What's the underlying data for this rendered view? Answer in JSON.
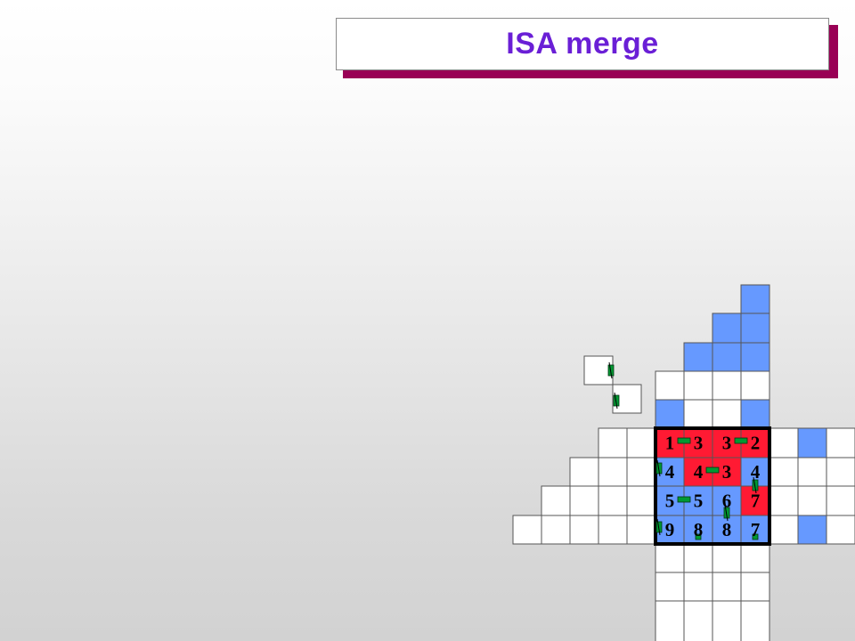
{
  "title": "ISA merge",
  "colors": {
    "title_text": "#6a1fd6",
    "title_shadow": "#990055",
    "blue_cell": "#6699ff",
    "red_cell": "#ff1a33",
    "empty_cell": "#ffffff",
    "link": "#009933"
  },
  "grid": {
    "rows_from_bottom": [
      {
        "row": 0,
        "cells": [
          "empty",
          "empty",
          "empty",
          "empty"
        ]
      },
      {
        "row": 1,
        "cells": [
          "empty",
          "empty",
          "empty",
          "empty"
        ]
      },
      {
        "row": 2,
        "cells": [
          "empty",
          "empty",
          "empty",
          "empty"
        ]
      },
      {
        "row": 3,
        "cells": [
          "empty",
          "empty",
          "empty",
          "empty"
        ]
      }
    ]
  },
  "labels": {
    "row1": [
      "1",
      "3",
      "3",
      "2"
    ],
    "row2": [
      "4",
      "4",
      "3",
      "4"
    ],
    "row3": [
      "5",
      "5",
      "6",
      "7"
    ],
    "row4": [
      "9",
      "8",
      "8",
      "7"
    ]
  }
}
